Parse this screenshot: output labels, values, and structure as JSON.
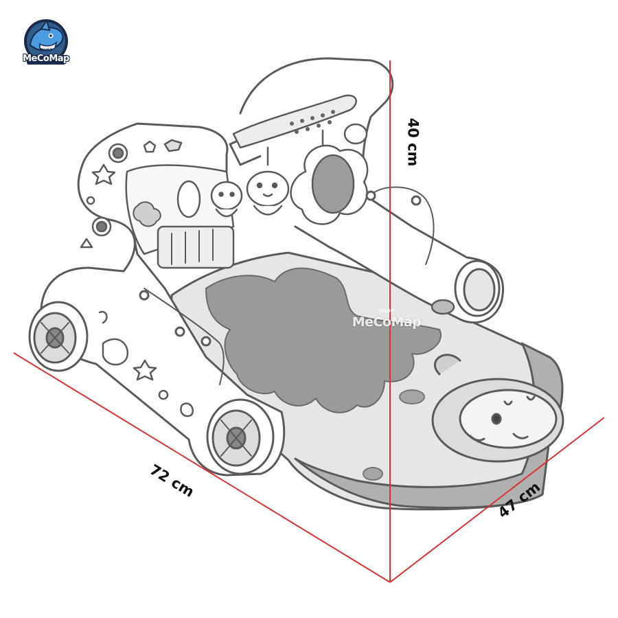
{
  "brand": {
    "name": "MeCoMap",
    "shop_label": "SHOP"
  },
  "watermark": {
    "name": "MeCoMap",
    "shop_label": "SHOP"
  },
  "dimensions": {
    "length": "72 cm",
    "width": "47 cm",
    "height": "40 cm"
  },
  "colors": {
    "dimension_line": "#e03030",
    "outline": "#5a5a5a",
    "mat_fill": "#bdbdbd",
    "mat_dark": "#8f8f8f",
    "brand_navy": "#1b2a4a",
    "brand_blue": "#4a9be0"
  },
  "icons": {
    "logo": "shark-icon",
    "product": "baby-walker-playmat-illustration"
  }
}
